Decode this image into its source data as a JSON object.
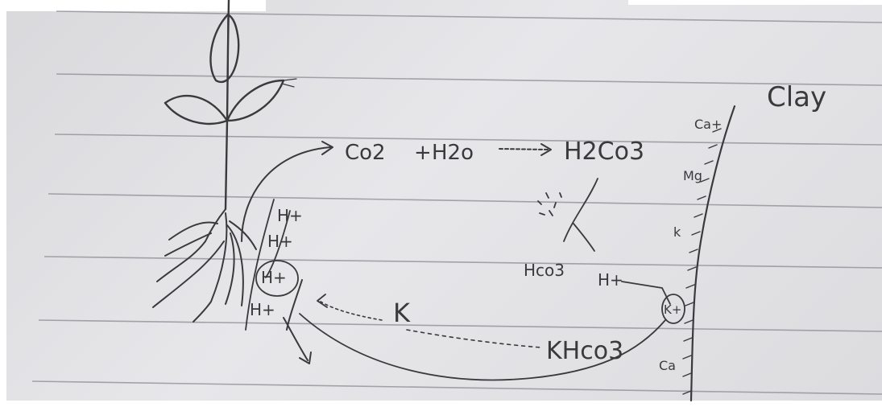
{
  "labels": {
    "equation": {
      "reactant_1": "Co2",
      "plus_1": "+",
      "reactant_2": "H2o",
      "product": "H2Co3"
    },
    "clay": "Clay",
    "protons": [
      "H+",
      "H+",
      "H+",
      "H+"
    ],
    "dissociation": {
      "bicarbonate": "Hco3",
      "proton": "H+"
    },
    "clay_ions": [
      "Ca+",
      "Mg",
      "k",
      "K+",
      "Ca"
    ],
    "potassium": "K",
    "potassium_bicarbonate": "KHco3"
  },
  "colors": {
    "paper": "#e4e4e7",
    "ink": "#3a3a3c",
    "ruled_line": "#8a8c92"
  }
}
